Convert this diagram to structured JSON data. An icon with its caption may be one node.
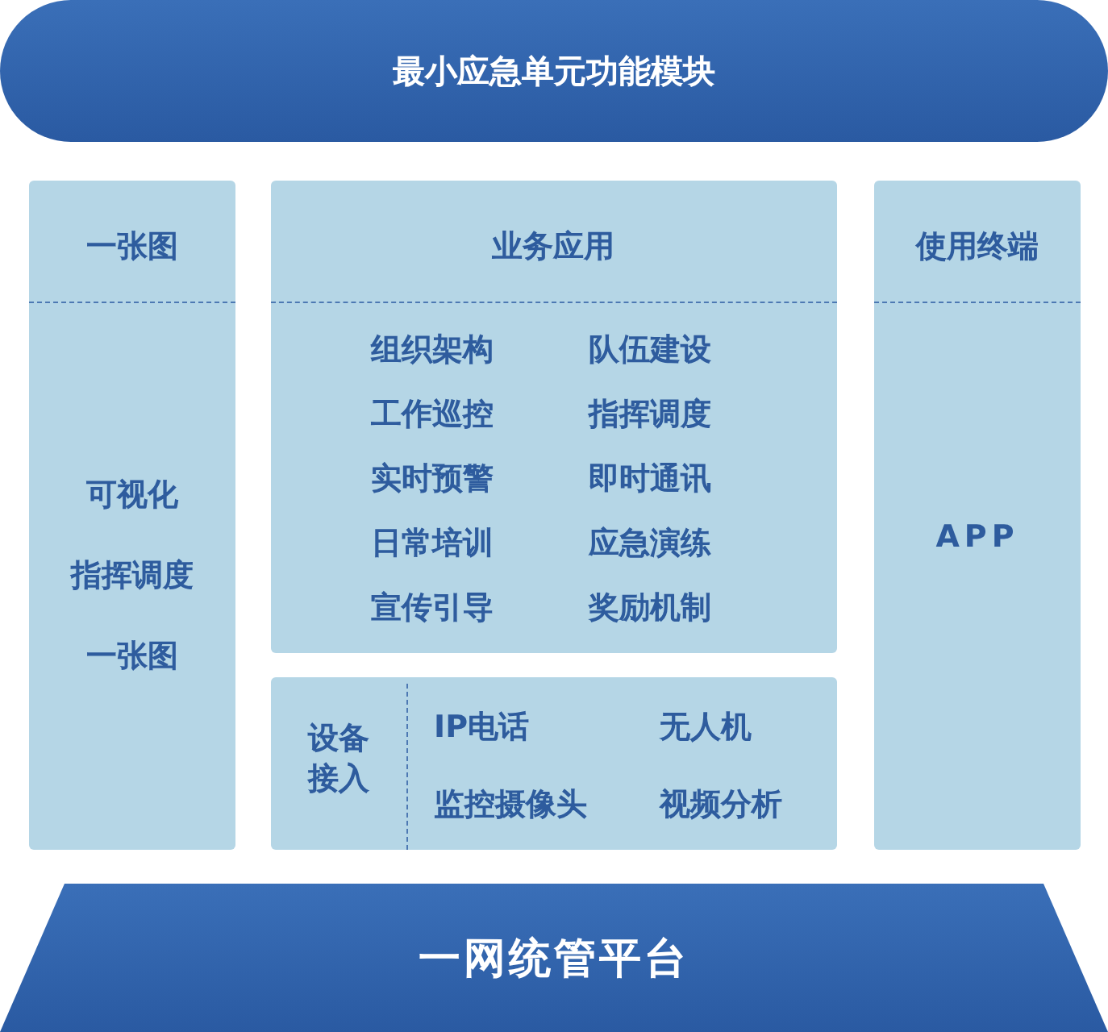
{
  "diagram": {
    "nodes": [
      {
        "text": [
          "最小应急单元功能模块"
        ]
      },
      {
        "text": [
          "一张图",
          "可视化",
          "指挥调度",
          "一张图"
        ]
      },
      {
        "text": [
          "业务应用",
          "组织架构",
          "队伍建设",
          "工作巡控",
          "指挥调度",
          "实时预警",
          "即时通讯",
          "日常培训",
          "应急演练",
          "宣传引导",
          "奖励机制"
        ]
      },
      {
        "text": [
          "设备接入",
          "IP电话",
          "无人机",
          "监控摄像头",
          "视频分析"
        ]
      },
      {
        "text": [
          "使用终端",
          "APP"
        ]
      },
      {
        "text": [
          "一网统管平台"
        ]
      }
    ]
  }
}
